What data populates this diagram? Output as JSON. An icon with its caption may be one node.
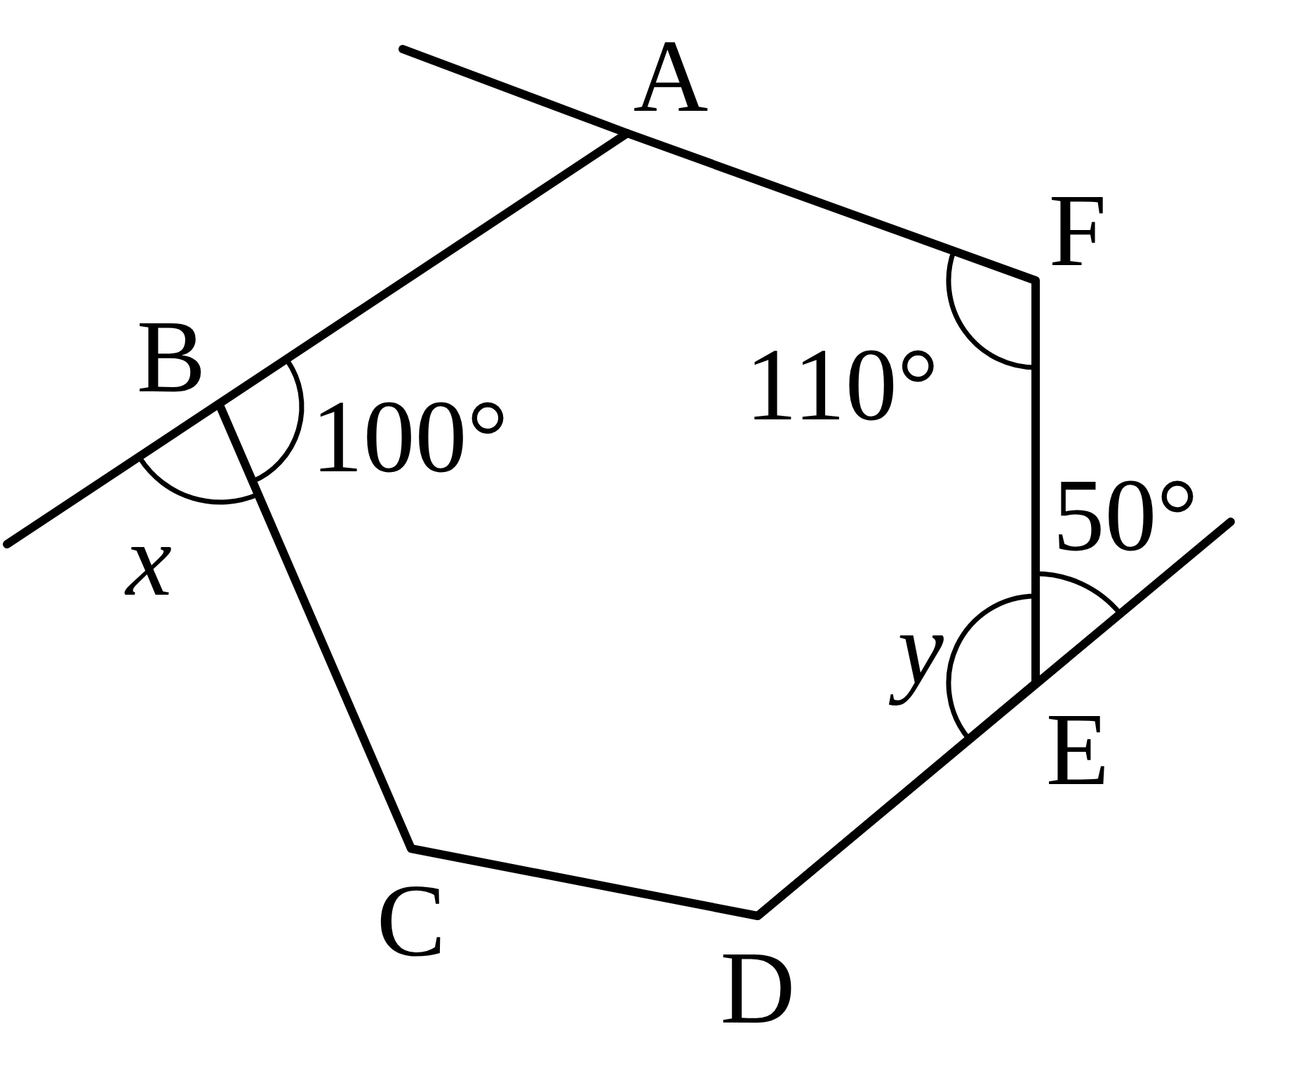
{
  "diagram": {
    "labels": [
      "A",
      "F",
      "B",
      "110°",
      "100°",
      "50°",
      "x",
      "y",
      "E",
      "C",
      "D"
    ]
  }
}
